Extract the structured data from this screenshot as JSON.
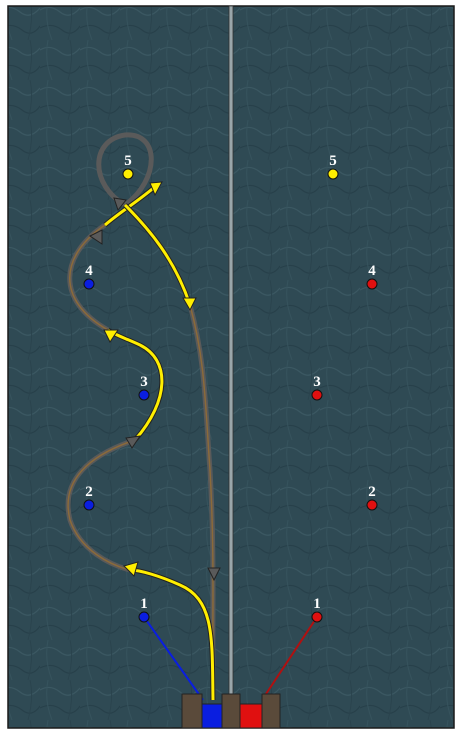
{
  "board": {
    "background": "#2f4a54",
    "border": "#1a1a1a"
  },
  "colors": {
    "blue": "#0a1ee0",
    "red": "#e01010",
    "yellow": "#ffee00",
    "path_gray": "#5a5a5a",
    "path_brown": "#8b6a3a"
  },
  "targets_left": [
    {
      "label": "1",
      "color": "blue"
    },
    {
      "label": "2",
      "color": "blue"
    },
    {
      "label": "3",
      "color": "blue"
    },
    {
      "label": "4",
      "color": "blue"
    },
    {
      "label": "5",
      "color": "yellow"
    }
  ],
  "targets_right": [
    {
      "label": "1",
      "color": "red"
    },
    {
      "label": "2",
      "color": "red"
    },
    {
      "label": "3",
      "color": "red"
    },
    {
      "label": "4",
      "color": "red"
    },
    {
      "label": "5",
      "color": "yellow"
    }
  ],
  "bases": {
    "left_color": "blue",
    "right_color": "red"
  }
}
